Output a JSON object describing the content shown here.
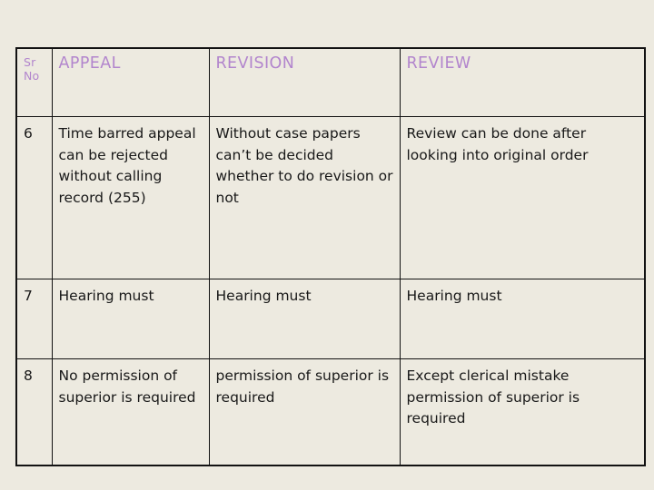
{
  "slide": {
    "background_color": "#edeae0",
    "header_text_color": "#b285cd",
    "body_text_color": "#181818",
    "border_color": "#121212"
  },
  "table": {
    "headers": [
      {
        "key": "sr_no",
        "label": "Sr\nNo",
        "style": "small"
      },
      {
        "key": "appeal",
        "label": "APPEAL",
        "style": "normal"
      },
      {
        "key": "revision",
        "label": "REVISION",
        "style": "normal"
      },
      {
        "key": "review",
        "label": "REVIEW",
        "style": "normal"
      }
    ],
    "rows": [
      {
        "sr_no": "6",
        "appeal": "Time barred appeal can be rejected without calling record (255)",
        "revision": "Without case papers can’t be decided whether to do revision or not",
        "review": "Review can be done after looking into original order"
      },
      {
        "sr_no": "7",
        "appeal": "Hearing must",
        "revision": "Hearing must",
        "review": "Hearing must"
      },
      {
        "sr_no": "8",
        "appeal": "No permission of superior is required",
        "revision": "permission of superior is required",
        "review": "Except clerical mistake permission of superior is required"
      }
    ]
  }
}
